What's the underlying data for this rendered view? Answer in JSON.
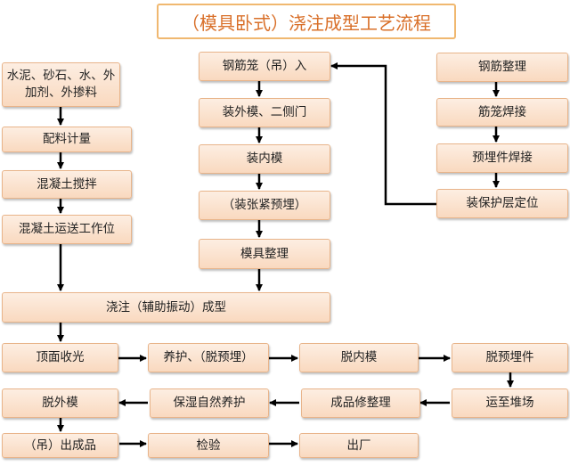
{
  "title": "（模具卧式）浇注成型工艺流程",
  "left_column": [
    "水泥、砂石、水、外加剂、外掺料",
    "配料计量",
    "混凝土搅拌",
    "混凝土运送工作位"
  ],
  "center_column": [
    "钢筋笼（吊）入",
    "装外模、二侧门",
    "装内模",
    "（装张紧预埋）",
    "模具整理"
  ],
  "right_column": [
    "钢筋整理",
    "筋笼焊接",
    "预埋件焊接",
    "装保护层定位"
  ],
  "pour": "浇注（辅助振动）成型",
  "row1": [
    "顶面收光",
    "养护、（脱预埋）",
    "脱内模",
    "脱预埋件"
  ],
  "row2": [
    "脱外模",
    "保湿自然养护",
    "成品修整理",
    "运至堆场"
  ],
  "row3": [
    "（吊）出成品",
    "检验",
    "出厂"
  ]
}
